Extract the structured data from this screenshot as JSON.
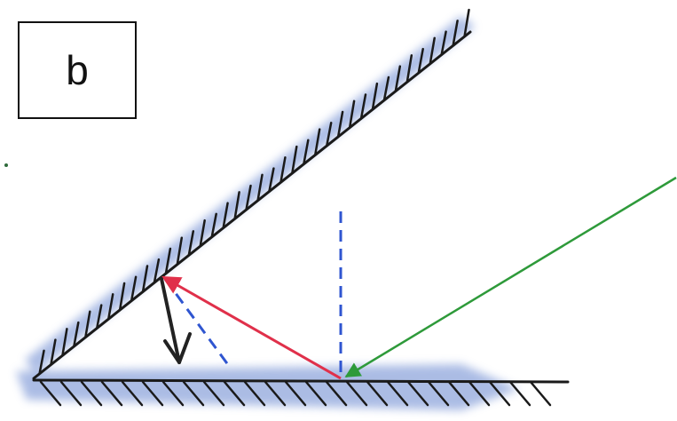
{
  "figure": {
    "label": "b"
  },
  "colors": {
    "mirror": "#1a1a1a",
    "hatch": "#1a1a1a",
    "mirror_shading": "#8fa6dc",
    "incident_ray": "#2e9a3a",
    "reflected_ray": "#e0304a",
    "normal_line": "#2f55d0",
    "final_ray": "#222222",
    "background": "#ffffff"
  },
  "elements": {
    "upper_mirror": "hatched-plane-mirror",
    "lower_mirror": "hatched-plane-mirror",
    "incident_ray": "green-arrow",
    "reflected_ray": "red-arrow",
    "second_reflection": "black-arrow",
    "normals": "dashed-blue-lines"
  }
}
